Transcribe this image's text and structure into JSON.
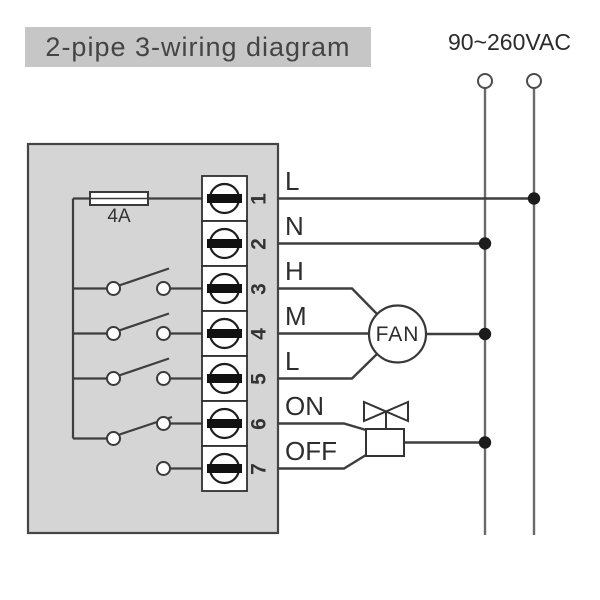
{
  "title": "2-pipe 3-wiring diagram",
  "power_supply": "90~260VAC",
  "fuse_rating": "4A",
  "fan_label": "FAN",
  "terminals": [
    {
      "number": "1",
      "label": "L"
    },
    {
      "number": "2",
      "label": "N"
    },
    {
      "number": "3",
      "label": "H"
    },
    {
      "number": "4",
      "label": "M"
    },
    {
      "number": "5",
      "label": "L"
    },
    {
      "number": "6",
      "label": "ON"
    },
    {
      "number": "7",
      "label": "OFF"
    }
  ],
  "colors": {
    "title_bar_bg": "#c6c6c6",
    "device_box_bg": "#d5d5d5",
    "line": "#3e3e3e",
    "junction_dot": "#1c1c1c"
  }
}
